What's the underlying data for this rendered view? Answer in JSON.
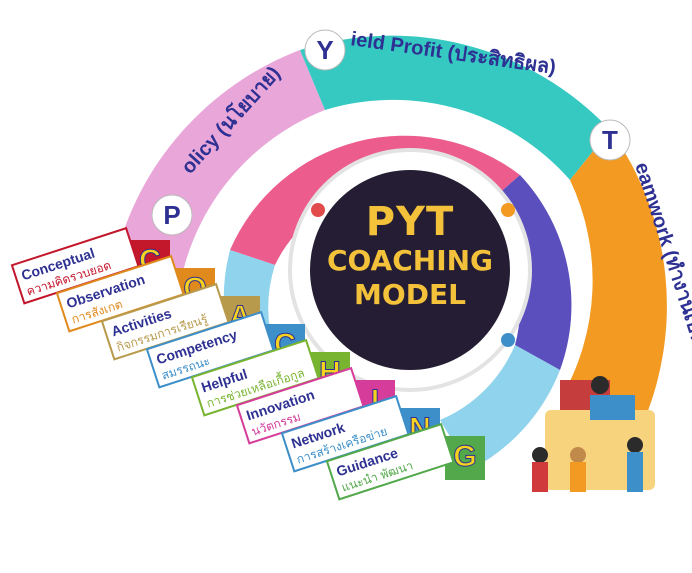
{
  "title": {
    "line1": "PYT",
    "line2": "COACHING",
    "line3": "MODEL"
  },
  "ring_bands": [
    {
      "letter": "P",
      "text": "olicy (นโยบาย)",
      "color": "#e9a6d9"
    },
    {
      "letter": "Y",
      "text": "ield Profit (ประสิทธิผล)",
      "color": "#35c9c2"
    },
    {
      "letter": "T",
      "text": "eamwork (ทำงานเป็นทีม)",
      "color": "#f39a23"
    }
  ],
  "coaching_steps": [
    {
      "letter": "C",
      "en": "Conceptual",
      "th": "ความคิดรวบยอด",
      "color": "#c3172c"
    },
    {
      "letter": "O",
      "en": "Observation",
      "th": "การสังเกต",
      "color": "#e08a1e"
    },
    {
      "letter": "A",
      "en": "Activities",
      "th": "กิจกรรมการเรียนรู้",
      "color": "#b89a4c"
    },
    {
      "letter": "C",
      "en": "Competency",
      "th": "สมรรถนะ",
      "color": "#3d8fc9"
    },
    {
      "letter": "H",
      "en": "Helpful",
      "th": "การช่วยเหลือเกื้อกูล",
      "color": "#79b431"
    },
    {
      "letter": "I",
      "en": "Innovation",
      "th": "นวัตกรรม",
      "color": "#d63d9b"
    },
    {
      "letter": "N",
      "en": "Network",
      "th": "การสร้างเครือข่าย",
      "color": "#3d8fc9"
    },
    {
      "letter": "G",
      "en": "Guidance",
      "th": "แนะนำ พัฒนา",
      "color": "#52a84a"
    }
  ],
  "colors": {
    "dark_center": "#241d33",
    "gold": "#f3c23a",
    "purple": "#5a4fbd",
    "pink": "#ec5d8e",
    "light_blue": "#8fd3ec"
  }
}
